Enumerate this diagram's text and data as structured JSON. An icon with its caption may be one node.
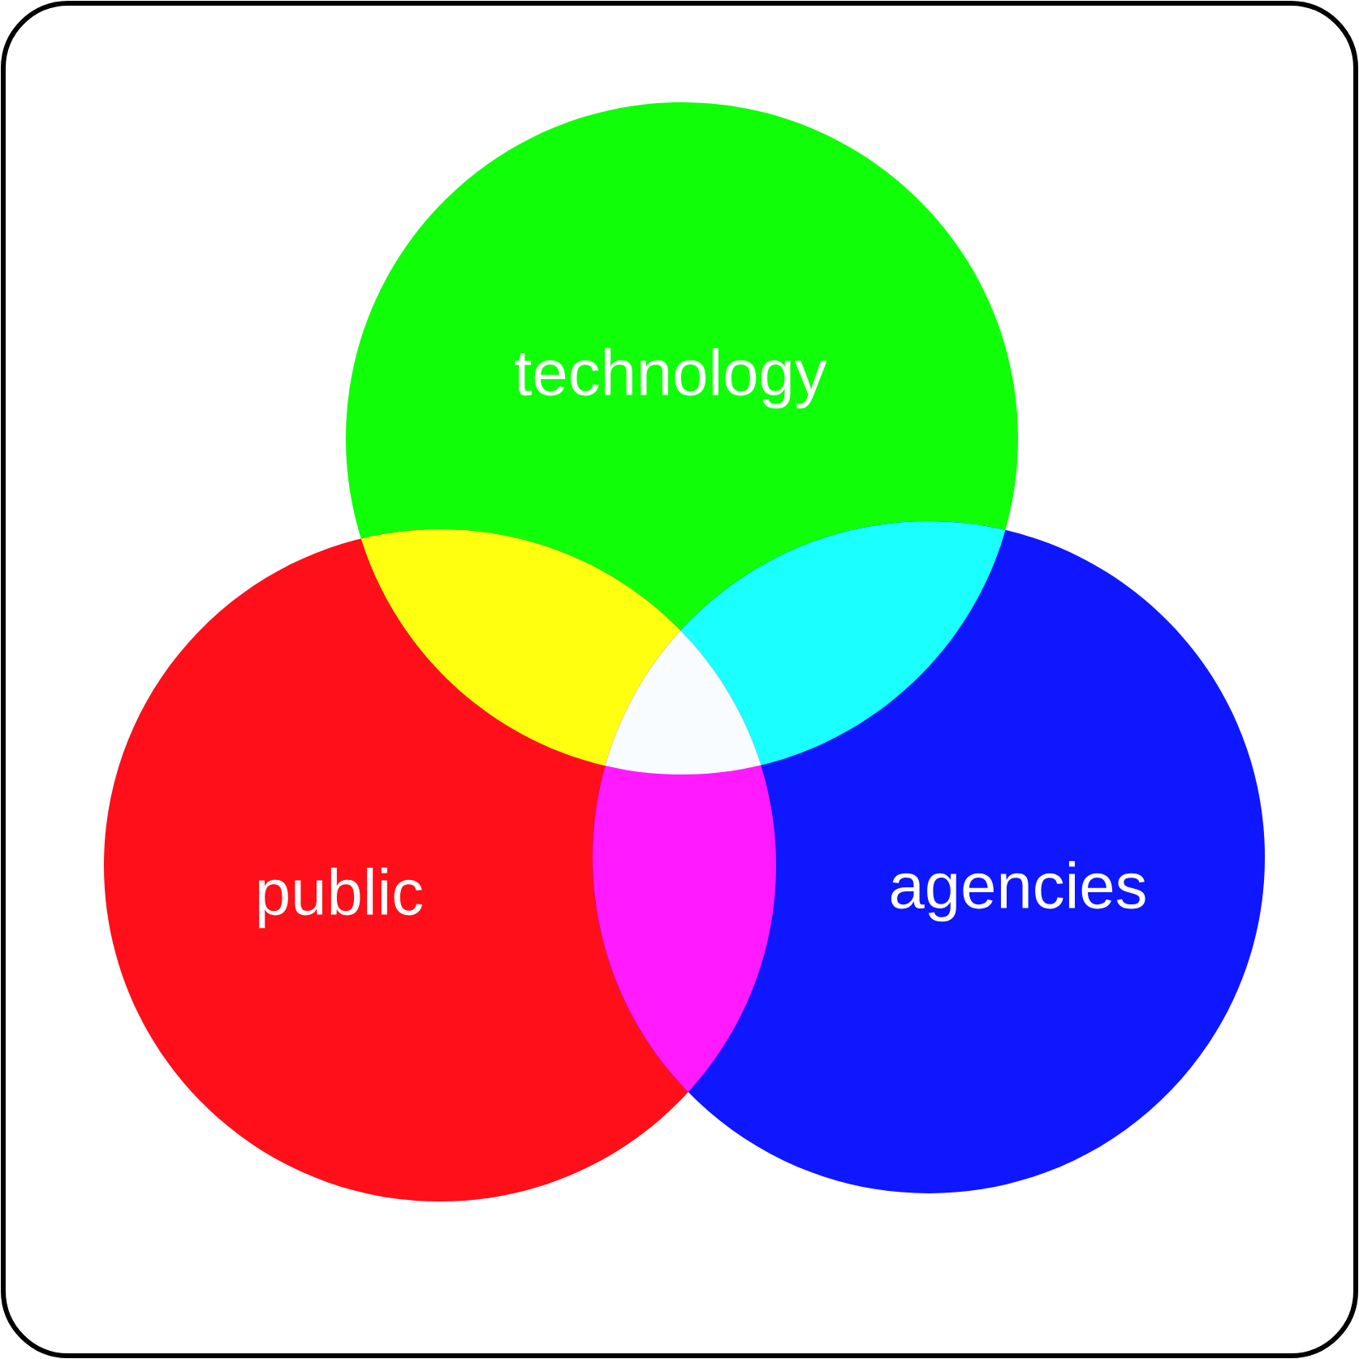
{
  "diagram": {
    "nodes": [
      {
        "text": [
          "technology"
        ]
      },
      {
        "text": [
          "public"
        ]
      },
      {
        "text": [
          "agencies"
        ]
      }
    ]
  }
}
